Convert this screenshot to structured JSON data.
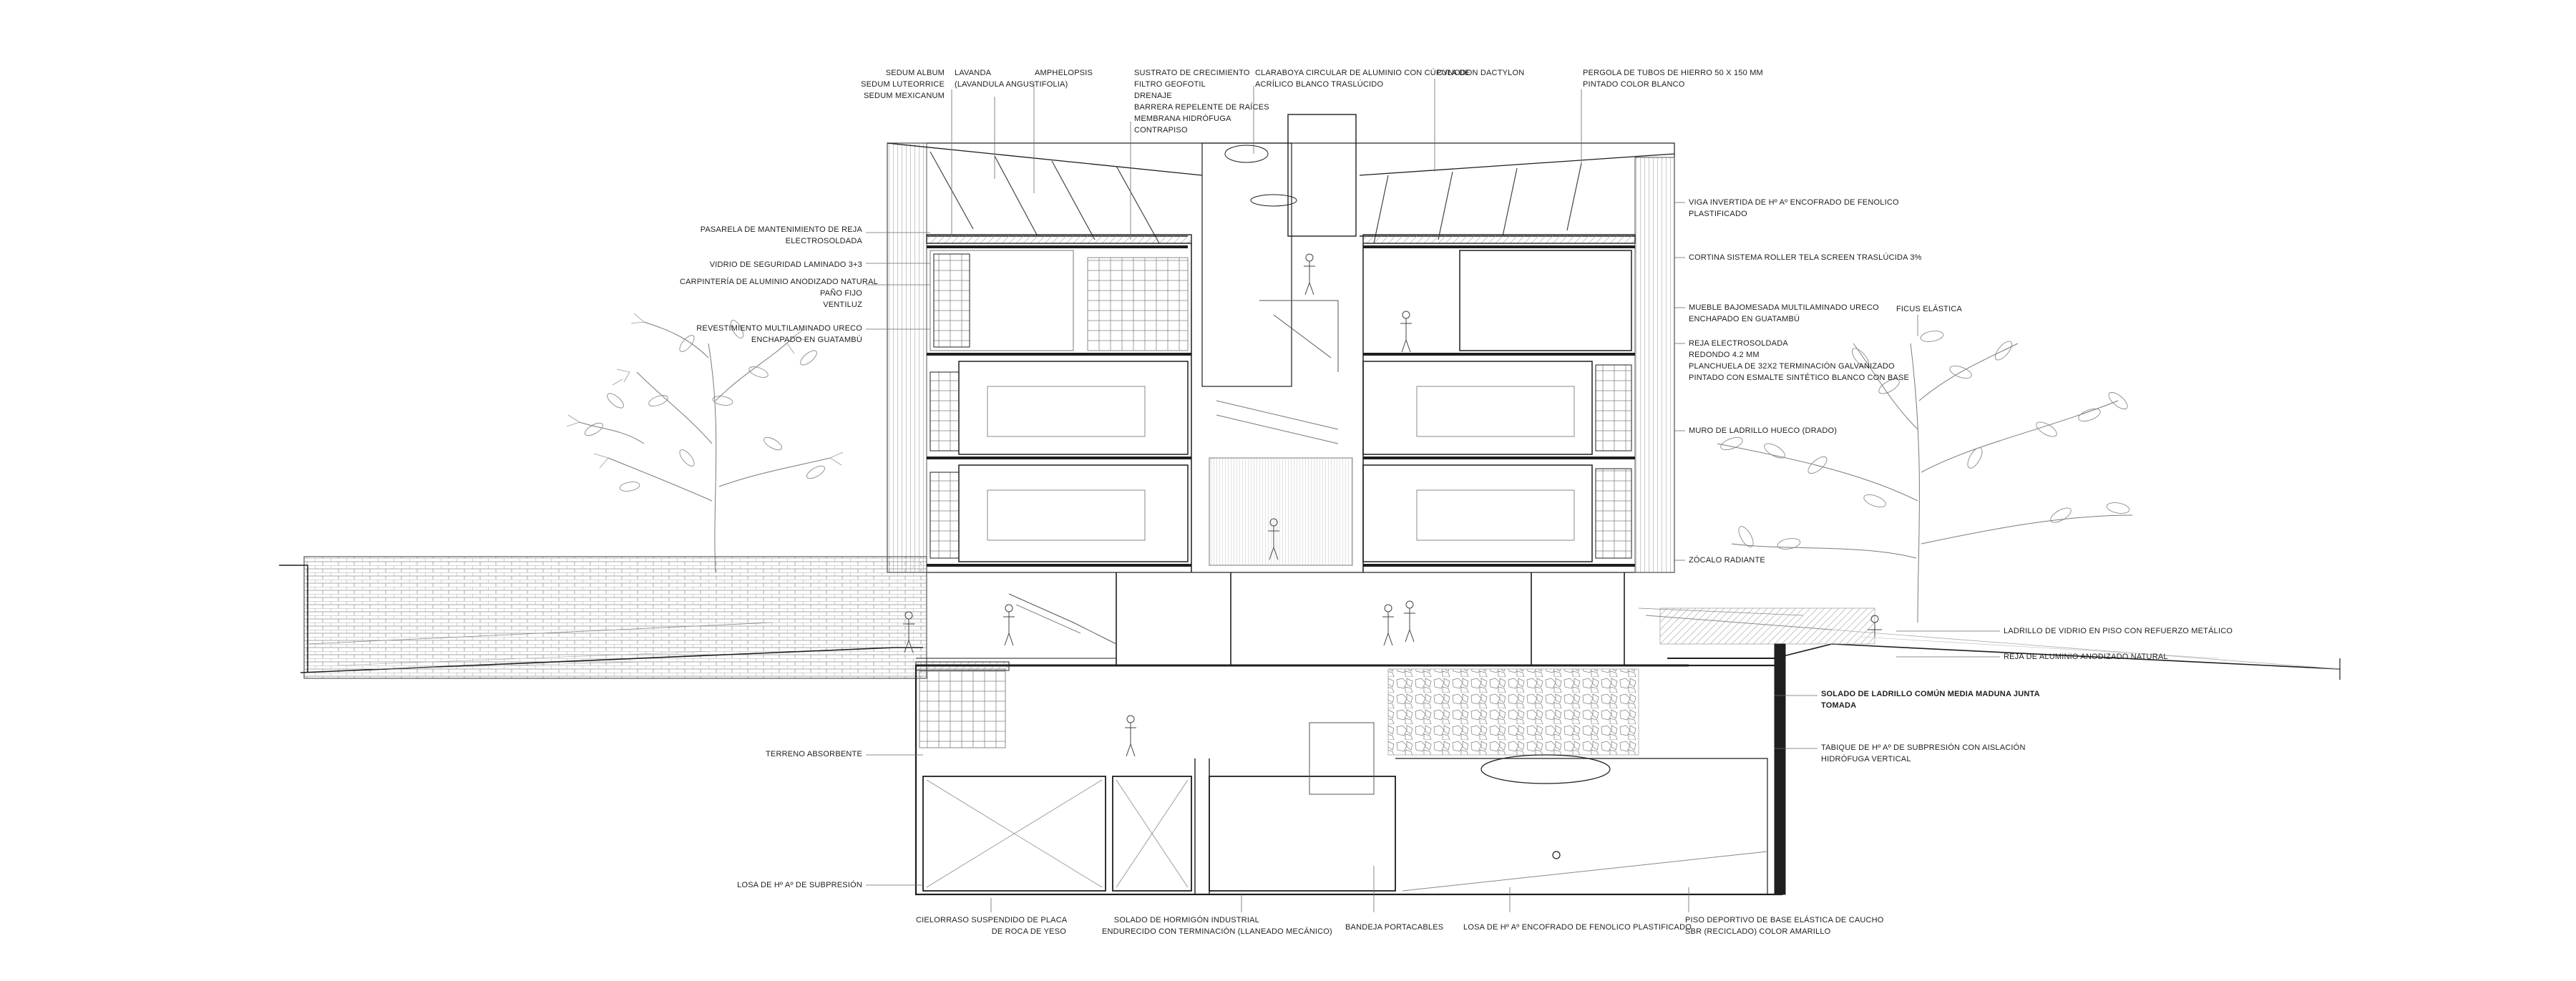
{
  "labels": {
    "sedum": [
      "SEDUM ALBUM",
      "SEDUM LUTEORRICE",
      "SEDUM MEXICANUM"
    ],
    "lavanda": [
      "LAVANDA",
      "(LAVANDULA ANGUSTIFOLIA)"
    ],
    "ampelopsis": [
      "AMPHELOPSIS"
    ],
    "sustrato": [
      "SUSTRATO DE CRECIMIENTO",
      "FILTRO GEOFOTIL",
      "DRENAJE",
      "BARRERA REPELENTE DE RAÍCES",
      "MEMBRANA HIDRÓFUGA",
      "CONTRAPISO"
    ],
    "claraboya": [
      "CLARABOYA CIRCULAR DE ALUMINIO CON CÚPULA DE",
      "ACRÍLICO BLANCO TRASLÚCIDO"
    ],
    "cynodon": [
      "CYNODON DACTYLON"
    ],
    "pergola": [
      "PERGOLA DE TUBOS DE HIERRO 50 X 150 MM",
      "PINTADO COLOR BLANCO"
    ],
    "pasarela": [
      "PASARELA DE MANTENIMIENTO DE REJA",
      "ELECTROSOLDADA"
    ],
    "vidrio": [
      "VIDRIO DE SEGURIDAD LAMINADO 3+3"
    ],
    "carpinteria": [
      "CARPINTERÍA DE ALUMINIO ANODIZADO NATURAL",
      "PAÑO FIJO",
      "VENTILUZ"
    ],
    "revestimiento": [
      "REVESTIMIENTO MULTILAMINADO URECO",
      "ENCHAPADO EN GUATAMBÚ"
    ],
    "viga": [
      "VIGA INVERTIDA DE Hº Aº ENCOFRADO DE FENOLICO",
      "PLASTIFICADO"
    ],
    "cortina": [
      "CORTINA SISTEMA ROLLER TELA SCREEN TRASLÚCIDA 3%"
    ],
    "mueble": [
      "MUEBLE BAJOMESADA MULTILAMINADO URECO",
      "ENCHAPADO EN GUATAMBÚ"
    ],
    "ficus": [
      "FICUS ELÁSTICA"
    ],
    "reja": [
      "REJA ELECTROSOLDADA",
      "REDONDO 4.2 MM",
      "PLANCHUELA DE 32x2 TERMINACIÓN GALVANIZADO",
      "PINTADO CON ESMALTE SINTÉTICO BLANCO CON BASE"
    ],
    "muro": [
      "MURO DE LADRILLO HUECO (DRADO)"
    ],
    "zocalo": [
      "ZÓCALO RADIANTE"
    ],
    "ladrillo_vidrio": [
      "LADRILLO DE VIDRIO EN PISO CON REFUERZO METÁLICO"
    ],
    "reja_alu": [
      "REJA DE ALUMINIO ANODIZADO NATURAL"
    ],
    "solado": [
      "SOLADO DE LADRILLO COMÚN MEDIA MADUNA JUNTA",
      "TOMADA"
    ],
    "terreno": [
      "TERRENO ABSORBENTE"
    ],
    "tabique": [
      "TABIQUE DE Hº Aº DE SUBPRESIÓN CON AISLACIÓN",
      "HIDRÓFUGA VERTICAL"
    ],
    "losa_sub": [
      "LOSA DE Hº Aº DE SUBPRESIÓN"
    ],
    "cielorraso": [
      "CIELORRASO SUSPENDIDO DE PLACA",
      "DE ROCA DE YESO"
    ],
    "solado_h": [
      "SOLADO DE HORMIGÓN INDUSTRIAL",
      "ENDURECIDO CON TERMINACIÓN (LLANEADO MECÁNICO)"
    ],
    "bandeja": [
      "BANDEJA PORTACABLES"
    ],
    "losa_fen": [
      "LOSA DE Hº Aº ENCOFRADO DE FENOLICO PLASTIFICADO"
    ],
    "piso": [
      "PISO DEPORTIVO DE BASE ELÁSTICA DE CAUCHO",
      "SBR (RECICLADO) COLOR AMARILLO"
    ]
  },
  "colors": {
    "ink": "#1e1e1e",
    "line": "#5a5a5a",
    "hatch": "#9a9a9a",
    "light": "#c8c8c8"
  }
}
